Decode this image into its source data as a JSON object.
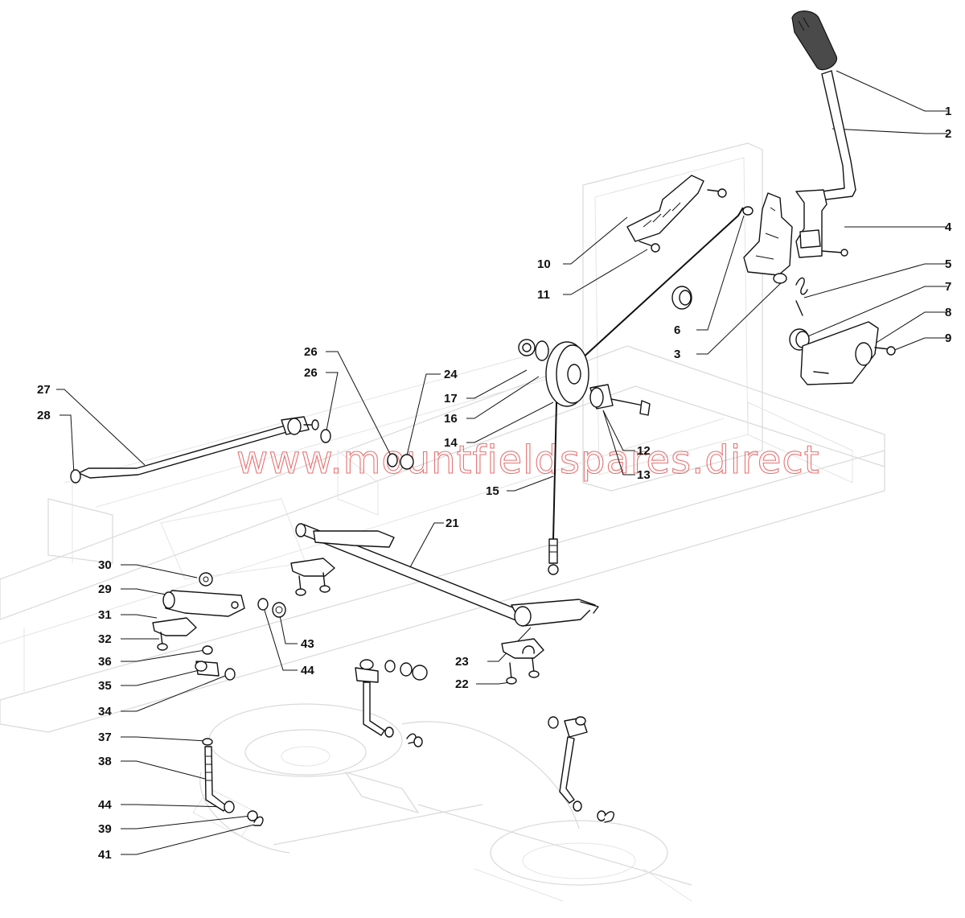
{
  "watermark": "www.mountfieldspares.direct",
  "callouts": {
    "c1": "1",
    "c2": "2",
    "c3": "3",
    "c4": "4",
    "c5": "5",
    "c6": "6",
    "c7": "7",
    "c8": "8",
    "c9": "9",
    "c10": "10",
    "c11": "11",
    "c12": "12",
    "c13": "13",
    "c14": "14",
    "c15": "15",
    "c16": "16",
    "c17": "17",
    "c21": "21",
    "c22": "22",
    "c23": "23",
    "c24": "24",
    "c26a": "26",
    "c26b": "26",
    "c27": "27",
    "c28": "28",
    "c29": "29",
    "c30": "30",
    "c31": "31",
    "c32": "32",
    "c34": "34",
    "c35": "35",
    "c36": "36",
    "c37": "37",
    "c38": "38",
    "c39": "39",
    "c41": "41",
    "c43": "43",
    "c44a": "44",
    "c44b": "44"
  },
  "colors": {
    "watermark": "#e35a5a",
    "ghost_frame": "#d9d9d9",
    "parts": "#111111",
    "grip": "#4a4a4a"
  }
}
